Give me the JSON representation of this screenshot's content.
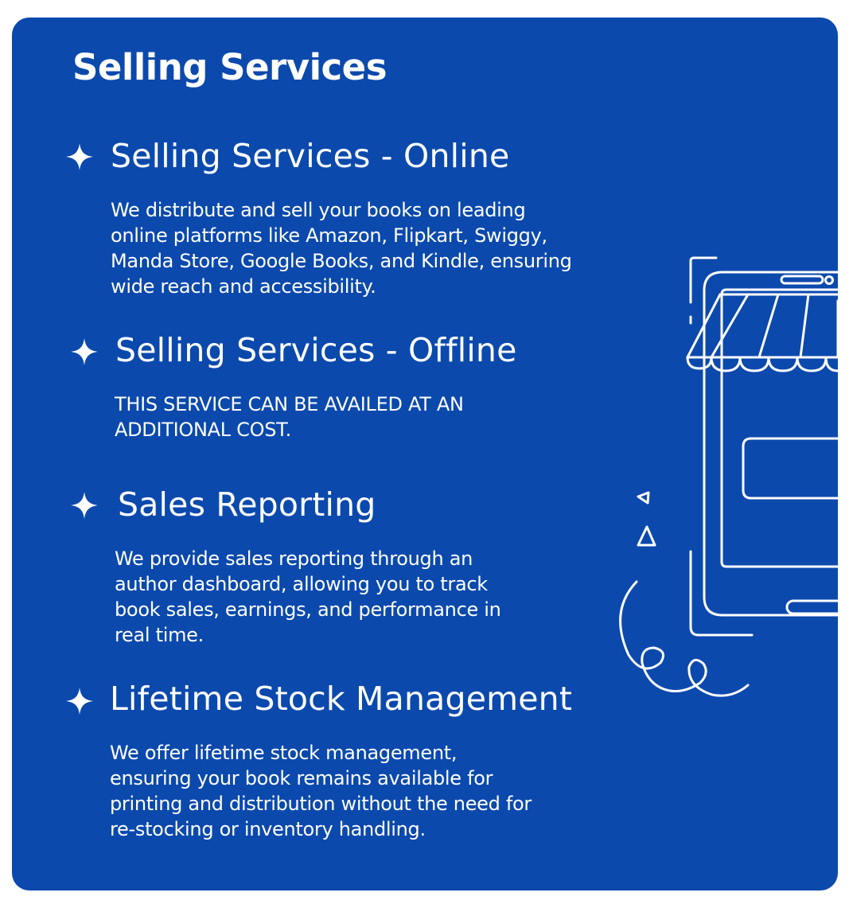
{
  "card": {
    "title": "Selling Services",
    "background": "#0b49ad",
    "text_color": "#ffffff"
  },
  "sections": [
    {
      "icon": "sparkle-icon",
      "heading": "Selling Services -  Online",
      "body": [
        "We distribute and sell your books on leading",
        "online platforms like Amazon, Flipkart, Swiggy,",
        "Manda Store, Google Books, and Kindle, ensuring",
        "wide reach and accessibility."
      ]
    },
    {
      "icon": "sparkle-icon",
      "heading": "Selling Services -  Offline",
      "body": [
        "THIS SERVICE CAN BE AVAILED AT AN",
        "ADDITIONAL COST."
      ]
    },
    {
      "icon": "sparkle-icon",
      "heading": "Sales Reporting",
      "body": [
        "We provide sales reporting through an",
        "author dashboard, allowing you to track",
        "book sales, earnings, and performance in",
        "real time."
      ]
    },
    {
      "icon": "sparkle-icon",
      "heading": "Lifetime Stock Management",
      "body": [
        "We offer lifetime stock management,",
        "ensuring your book remains available for",
        "printing and distribution without the need for",
        "re-stocking or inventory handling."
      ]
    }
  ],
  "illustration": {
    "icon": "mobile-storefront-icon"
  }
}
